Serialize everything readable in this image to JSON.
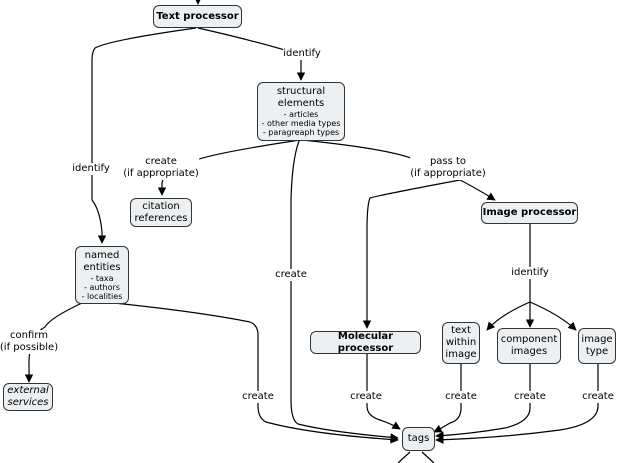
{
  "nodes": {
    "text_processor": {
      "label": "Text processor"
    },
    "structural": {
      "label": "structural elements",
      "items": [
        "- articles",
        "- other media types",
        "- paragreaph types"
      ]
    },
    "citation": {
      "label": "citation references"
    },
    "named": {
      "label": "named entities",
      "items": [
        "- taxa",
        "- authors",
        "- localities"
      ]
    },
    "external": {
      "label": "external services"
    },
    "image_processor": {
      "label": "Image processor"
    },
    "molecular_processor": {
      "label": "Molecular processor"
    },
    "text_within": {
      "label": "text within image"
    },
    "component": {
      "label": "component images"
    },
    "image_type": {
      "label": "image type"
    },
    "tags": {
      "label": "tags"
    }
  },
  "links": {
    "identify_top": "identify",
    "identify_left": "identify",
    "create_if": [
      "create",
      "(if appropriate)"
    ],
    "pass_to": [
      "pass to",
      "(if appropriate)"
    ],
    "create_center": "create",
    "identify_image": "identify",
    "confirm": [
      "confirm",
      "(if possible)"
    ],
    "create_named": "create",
    "create_molecular": "create",
    "create_text_within": "create",
    "create_component": "create",
    "create_image_type": "create"
  }
}
